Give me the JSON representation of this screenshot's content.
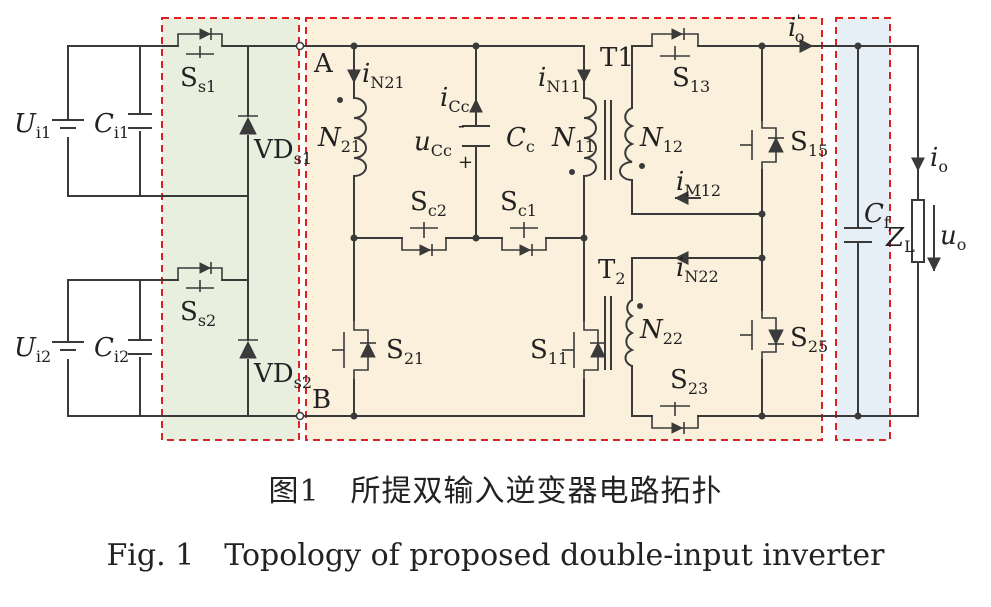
{
  "figure": {
    "caption_cn": "图1　所提双输入逆变器电路拓扑",
    "caption_en": "Fig. 1　Topology of proposed double-input inverter"
  },
  "colors": {
    "input_region_fill": "#e8efdf",
    "converter_region_fill": "#fbf0dc",
    "output_region_fill": "#e6eef6",
    "border_dash": "#dd2222",
    "wire": "#3a3a3a"
  },
  "labels": {
    "Ui1": {
      "main": "U",
      "sub": "i1"
    },
    "Ci1": {
      "main": "C",
      "sub": "i1"
    },
    "Ui2": {
      "main": "U",
      "sub": "i2"
    },
    "Ci2": {
      "main": "C",
      "sub": "i2"
    },
    "Ss1": {
      "main": "S",
      "sub": "s1"
    },
    "Ss2": {
      "main": "S",
      "sub": "s2"
    },
    "VDs1": {
      "main": "VD",
      "sub": "s1"
    },
    "VDs2": {
      "main": "VD",
      "sub": "s2"
    },
    "A": "A",
    "B": "B",
    "iN21": {
      "main": "i",
      "sub": "N21"
    },
    "N21": {
      "main": "N",
      "sub": "21"
    },
    "iCc": {
      "main": "i",
      "sub": "Cc"
    },
    "uCc": {
      "main": "u",
      "sub": "Cc"
    },
    "Cc": {
      "main": "C",
      "sub": "c"
    },
    "minus": "-",
    "plus": "+",
    "iN11": {
      "main": "i",
      "sub": "N11"
    },
    "N11": {
      "main": "N",
      "sub": "11"
    },
    "T1": "T1",
    "S13": {
      "main": "S",
      "sub": "13"
    },
    "N12": {
      "main": "N",
      "sub": "12"
    },
    "iM12": {
      "main": "i",
      "sub": "M12"
    },
    "S15": {
      "main": "S",
      "sub": "15"
    },
    "Sc2": {
      "main": "S",
      "sub": "c2"
    },
    "Sc1": {
      "main": "S",
      "sub": "c1"
    },
    "S21": {
      "main": "S",
      "sub": "21"
    },
    "S11": {
      "main": "S",
      "sub": "11"
    },
    "T2": {
      "main": "T",
      "sub": "2"
    },
    "iN22": {
      "main": "i",
      "sub": "N22"
    },
    "N22": {
      "main": "N",
      "sub": "22"
    },
    "S25": {
      "main": "S",
      "sub": "25"
    },
    "S23": {
      "main": "S",
      "sub": "23"
    },
    "io_prime": {
      "main": "i",
      "sub": "o",
      "sup": "'"
    },
    "io": {
      "main": "i",
      "sub": "o"
    },
    "Cf": {
      "main": "C",
      "sub": "f"
    },
    "ZL": {
      "main": "Z",
      "sub": "L"
    },
    "uo": {
      "main": "u",
      "sub": "o"
    }
  }
}
